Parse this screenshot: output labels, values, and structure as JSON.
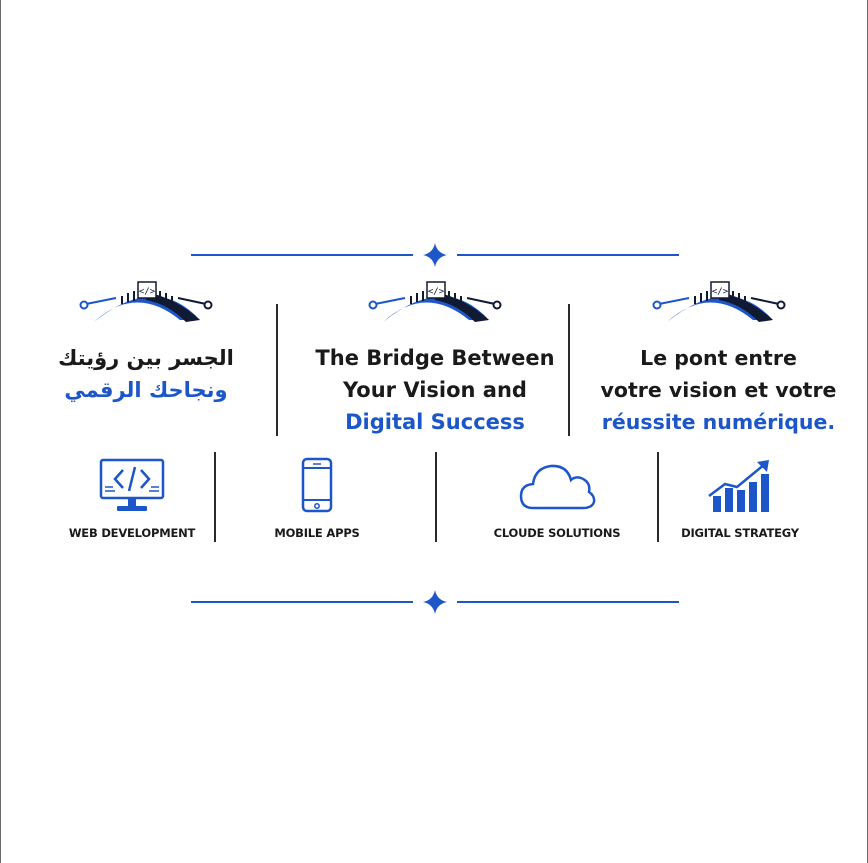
{
  "taglines": {
    "arabic": {
      "line1": "الجسر بين رؤيتك",
      "line2": "ونجاحك الرقمي"
    },
    "english": {
      "line1": "The Bridge Between",
      "line2": "Your Vision and",
      "line3": "Digital Success"
    },
    "french": {
      "line1": "Le pont entre",
      "line2": "votre vision et votre",
      "line3": "réussite numérique."
    }
  },
  "services": [
    {
      "label": "WEB DEVELOPMENT",
      "icon": "monitor-code-icon"
    },
    {
      "label": "MOBILE APPS",
      "icon": "smartphone-icon"
    },
    {
      "label": "CLOUDE SOLUTIONS",
      "icon": "cloud-icon"
    },
    {
      "label": "DIGITAL STRATEGY",
      "icon": "growth-chart-icon"
    }
  ],
  "colors": {
    "accent": "#1d56c9",
    "dark": "#101a33",
    "text": "#1a1a1a"
  }
}
